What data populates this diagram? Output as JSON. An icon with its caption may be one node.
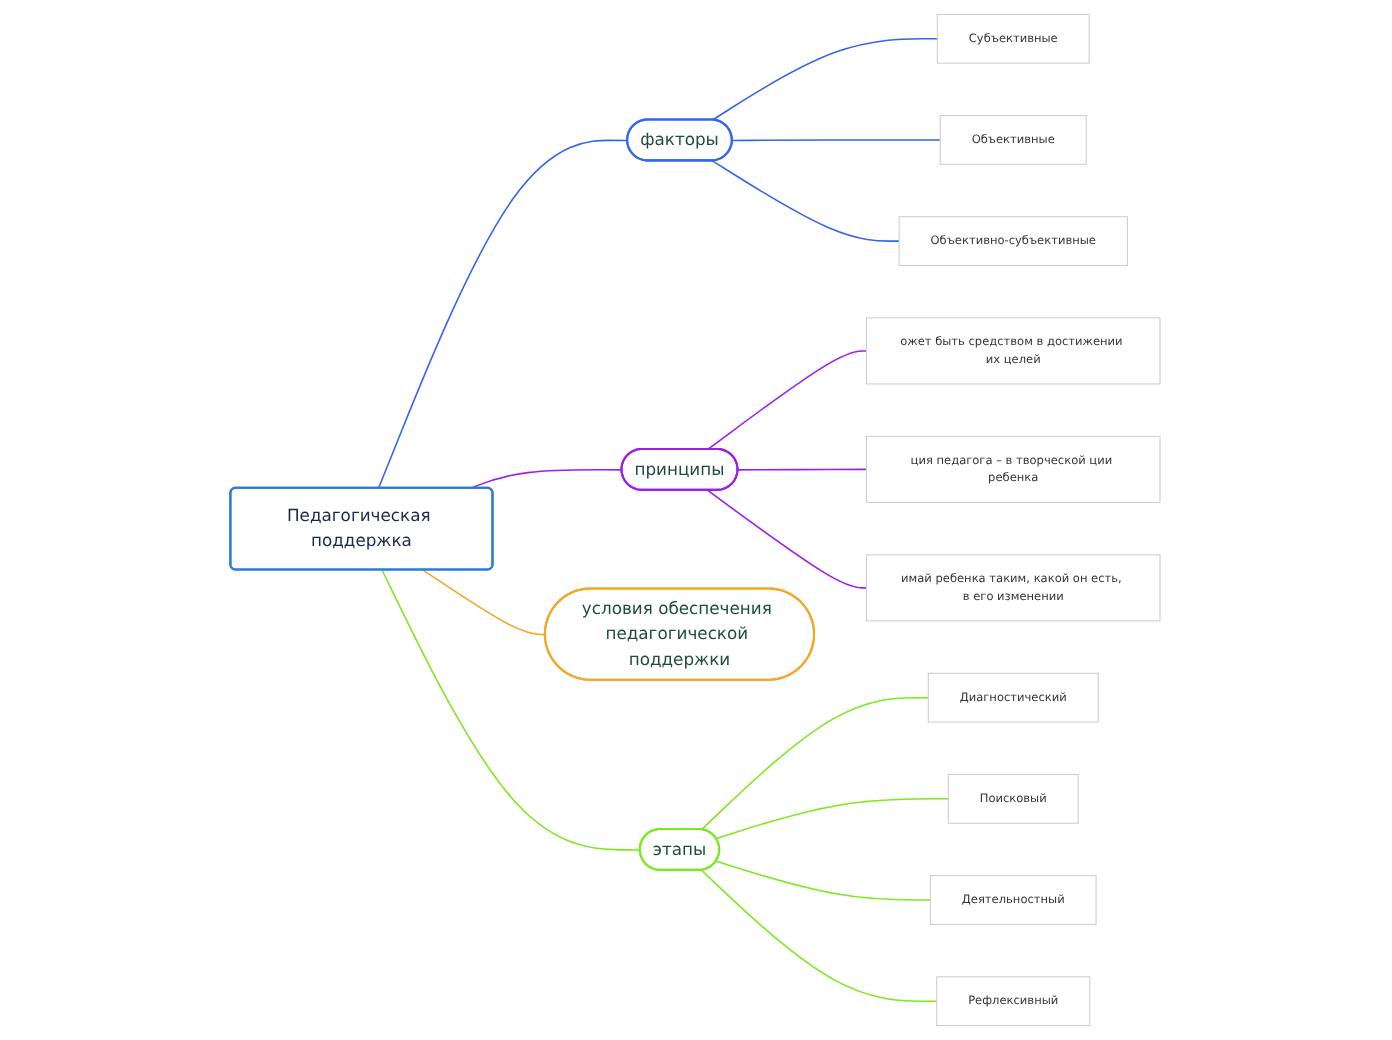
{
  "diagram": {
    "nodes": [
      {
        "text": [
          "Педагогическая поддержка"
        ]
      },
      {
        "text": [
          "факторы"
        ]
      },
      {
        "text": [
          "Субъективные"
        ]
      },
      {
        "text": [
          "Объективные"
        ]
      },
      {
        "text": [
          "Объективно-субъективные"
        ]
      },
      {
        "text": [
          "принципы"
        ]
      },
      {
        "text": [
          "ожет быть средством в достижении их целей"
        ]
      },
      {
        "text": [
          "ция педагога – в творческой ции ребенка"
        ]
      },
      {
        "text": [
          "имай ребенка таким, какой он есть, в его изменении"
        ]
      },
      {
        "text": [
          "условия обеспечения педагогической поддержки"
        ]
      },
      {
        "text": [
          "этапы"
        ]
      },
      {
        "text": [
          "Диагностический"
        ]
      },
      {
        "text": [
          "Поисковый"
        ]
      },
      {
        "text": [
          "Деятельностный"
        ]
      },
      {
        "text": [
          "Рефлексивный"
        ]
      }
    ],
    "edges": [
      {
        "from": 0,
        "to": 1,
        "arrow": "none",
        "color": "#3366ee"
      },
      {
        "from": 1,
        "to": 2,
        "arrow": "none",
        "color": "#3366ee"
      },
      {
        "from": 1,
        "to": 3,
        "arrow": "none",
        "color": "#3366ee"
      },
      {
        "from": 1,
        "to": 4,
        "arrow": "none",
        "color": "#3366ee"
      },
      {
        "from": 0,
        "to": 5,
        "arrow": "none",
        "color": "#9b1fe8"
      },
      {
        "from": 5,
        "to": 6,
        "arrow": "none",
        "color": "#9b1fe8"
      },
      {
        "from": 5,
        "to": 7,
        "arrow": "none",
        "color": "#9b1fe8"
      },
      {
        "from": 5,
        "to": 8,
        "arrow": "none",
        "color": "#9b1fe8"
      },
      {
        "from": 0,
        "to": 9,
        "arrow": "none",
        "color": "#f5a623"
      },
      {
        "from": 0,
        "to": 10,
        "arrow": "none",
        "color": "#7ee81f"
      },
      {
        "from": 10,
        "to": 11,
        "arrow": "none",
        "color": "#7ee81f"
      },
      {
        "from": 10,
        "to": 12,
        "arrow": "none",
        "color": "#7ee81f"
      },
      {
        "from": 10,
        "to": 13,
        "arrow": "none",
        "color": "#7ee81f"
      },
      {
        "from": 10,
        "to": 14,
        "arrow": "none",
        "color": "#7ee81f"
      }
    ]
  }
}
